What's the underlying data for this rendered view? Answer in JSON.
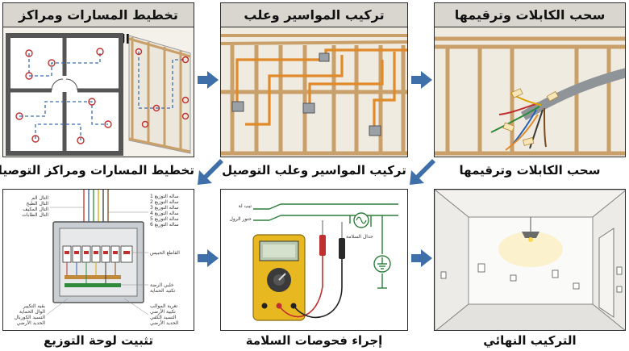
{
  "steps": [
    {
      "title": "تخطيط المسارات ومراكز التوصيلات",
      "caption": "تخطيط المسارات ومراكز التوصيلات"
    },
    {
      "title": "تركيب المواسير وعلب التوصيل",
      "caption": "تركيب المواسير وعلب التوصيل"
    },
    {
      "title": "سحب الكابلات وترقيمها",
      "caption": "سحب الكابلات وترقيمها"
    },
    {
      "caption": "تثبيت لوحة التوزيع"
    },
    {
      "caption": "إجراء فحوصات السلامة"
    },
    {
      "caption": "التركيب النهائي"
    }
  ],
  "safety_labels": {
    "live_wire": "تيب لة",
    "neutral": "حنور الرول",
    "earth": "حدال السلامة"
  },
  "panel_labels": {
    "left_group": [
      "التال الم",
      "التال الطبخ",
      "التال المكيف",
      "التال الطابات"
    ],
    "right_group": [
      "1 ساله التوزيع",
      "2 ساله التوزيع",
      "3 ساله التوزيع",
      "4 ساله التوزيع",
      "5 ساله التوزيع",
      "6 ساله التوزيع"
    ],
    "main_breaker": "القاطع الحبيس",
    "bottom_left": [
      "بقيه التكيير",
      "الوال الحماية",
      "التسيد الكوربال",
      "الحديد الأرضي"
    ],
    "bottom_right": [
      "تغرية الموالب",
      "تكيية الأرضي",
      "التسيد الكفي",
      "الحديد الأرضي"
    ],
    "earth_bar": "خلبي الرضة",
    "neutral_bar": "تكتيد الحماية"
  },
  "colors": {
    "arrow": "#3f6fa8",
    "title_bg": "#d9d6cf",
    "wood": "#c9a06a",
    "conduit": "#e08a2a"
  }
}
